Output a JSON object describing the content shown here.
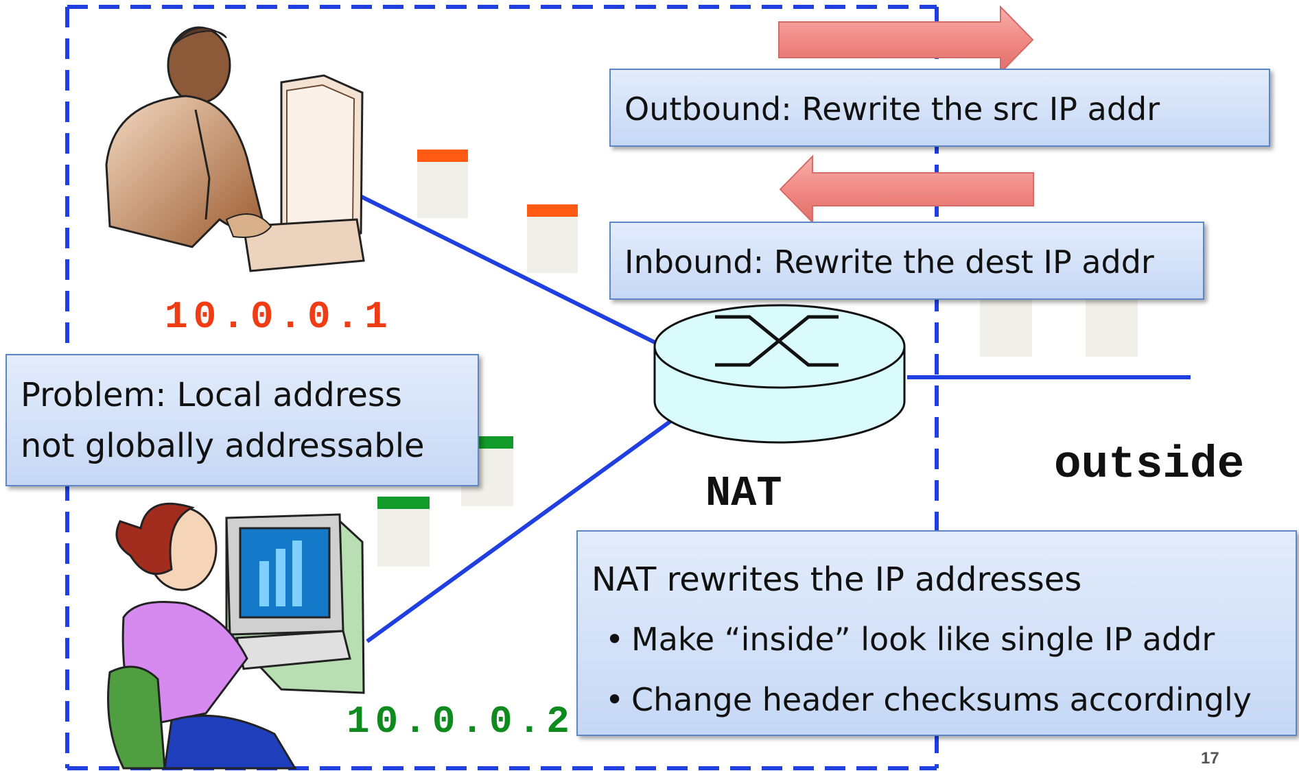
{
  "callouts": {
    "outbound": "Outbound: Rewrite the src IP addr",
    "inbound": "Inbound: Rewrite the dest IP addr",
    "problem_line1": "Problem: Local address",
    "problem_line2": "not globally addressable",
    "nat_heading": "NAT rewrites the IP addresses",
    "bullet1": "Make “inside” look like single IP addr",
    "bullet2": "Change header checksums accordingly"
  },
  "labels": {
    "host1_ip": "10.0.0.1",
    "host2_ip": "10.0.0.2",
    "nat": "NAT",
    "outside": "outside",
    "bullet_char": "•",
    "slide_number": "17"
  },
  "colors": {
    "boundary": "#1f3fe0",
    "link": "#1f3fe0",
    "host1_ip": "#f03c14",
    "host2_ip": "#0f8a1e",
    "packet_red": "#ff5a14",
    "packet_green": "#129a2a",
    "packet_blue": "#2a52d9",
    "arrow_fill": "#f3908c",
    "router_fill": "#d9fbfb"
  },
  "icons": [
    "man-at-computer-icon",
    "woman-at-computer-icon",
    "router-icon",
    "right-arrow-icon",
    "left-arrow-icon",
    "packet-icon"
  ]
}
